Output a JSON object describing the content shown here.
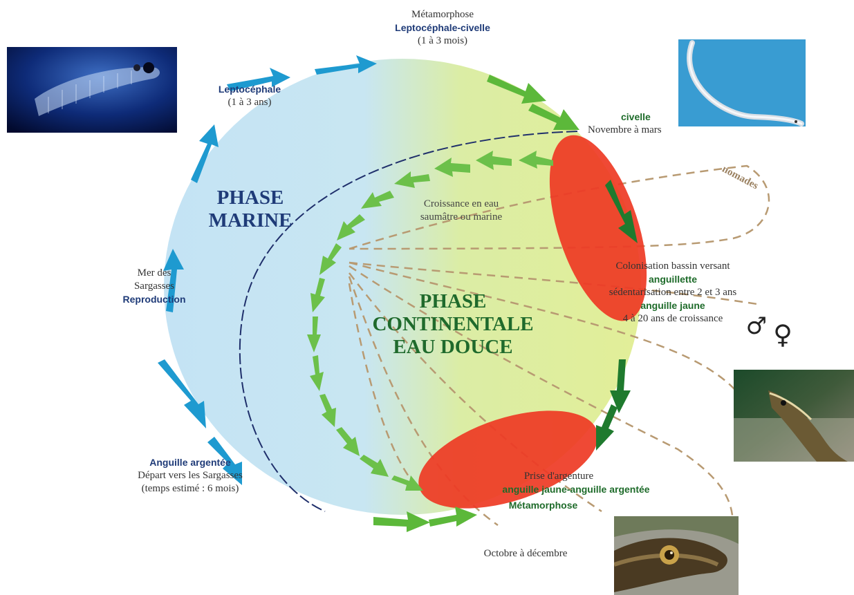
{
  "phases": {
    "marine": [
      "PHASE",
      "MARINE"
    ],
    "continental": [
      "PHASE",
      "CONTINENTALE",
      "EAU DOUCE"
    ]
  },
  "labels": {
    "meta_top": {
      "line1": "Métamorphose",
      "line2": "Leptocéphale-civelle",
      "line3": "(1 à 3 mois)"
    },
    "leptocephale": {
      "name": "Leptocéphale",
      "duration": "(1 à 3 ans)"
    },
    "civelle": {
      "name": "civelle",
      "period": "Novembre à mars"
    },
    "nomades": "nomades",
    "croissance": {
      "line1": "Croissance en eau",
      "line2": "saumâtre ou marine"
    },
    "sargasses": {
      "line1": "Mer des",
      "line2": "Sargasses",
      "line3": "Reproduction"
    },
    "colonisation": {
      "line1": "Colonisation bassin versant",
      "line2": "anguillette",
      "line3": "sédentarisation entre 2 et 3 ans",
      "line4": "anguille jaune",
      "line5": "4 à 20 ans de croissance"
    },
    "sex_symbols": {
      "male": "♂",
      "female": "♀"
    },
    "argentee": {
      "name": "Anguille argentée",
      "line2": "Départ vers les Sargasses",
      "line3": "(temps estimé : 6 mois)"
    },
    "argenture": {
      "line1": "Prise d'argenture",
      "line2": "anguille jaune-anguille argentée",
      "line3": "Métamorphose"
    },
    "octobre": "Octobre à décembre"
  },
  "colors": {
    "marine_blue": "#c7e6f5",
    "continental_green": "#dcec9a",
    "arrow_blue": "#1e9ad0",
    "arrow_green": "#5cb83a",
    "dark_green": "#1f7a2e",
    "red_zone": "#ee3a24",
    "dashed_tan": "#b89a72"
  }
}
